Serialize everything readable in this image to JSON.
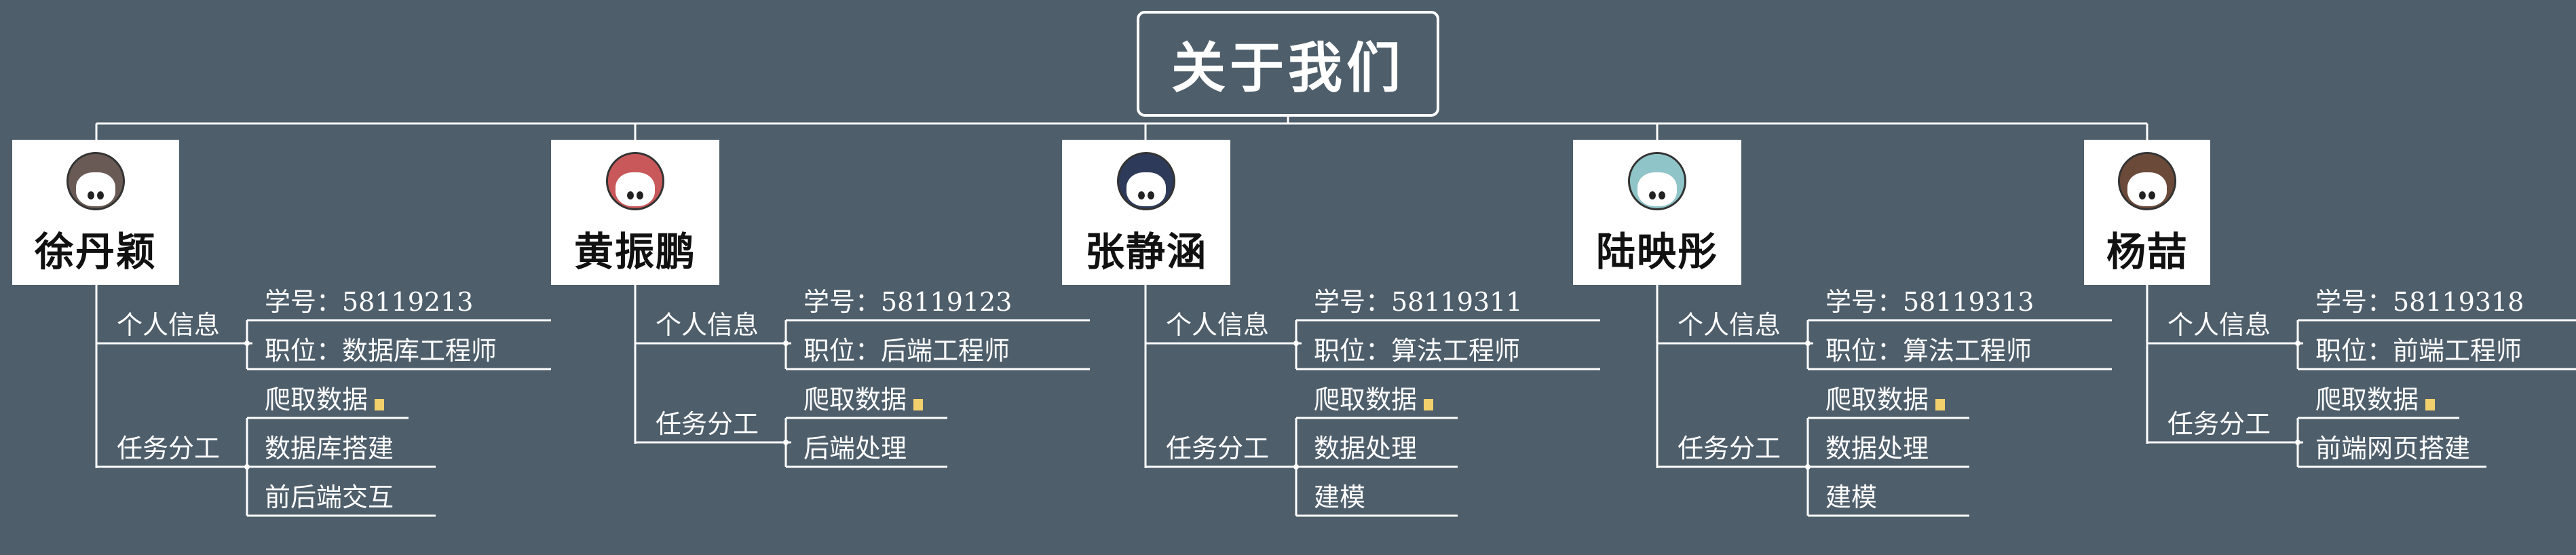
{
  "root": {
    "title": "关于我们"
  },
  "members": [
    {
      "name": "徐丹颖",
      "avatar_color": "#6a5a55",
      "info_label": "个人信息",
      "task_label": "任务分工",
      "info": [
        "学号：58119213",
        "职位：数据库工程师"
      ],
      "tasks": [
        {
          "text": "爬取数据",
          "note": true
        },
        {
          "text": "数据库搭建",
          "note": false
        },
        {
          "text": "前后端交互",
          "note": false
        }
      ]
    },
    {
      "name": "黄振鹏",
      "avatar_color": "#c9585a",
      "info_label": "个人信息",
      "task_label": "任务分工",
      "info": [
        "学号：58119123",
        "职位：后端工程师"
      ],
      "tasks": [
        {
          "text": "爬取数据",
          "note": true
        },
        {
          "text": "后端处理",
          "note": false
        }
      ]
    },
    {
      "name": "张静涵",
      "avatar_color": "#2e3a5a",
      "info_label": "个人信息",
      "task_label": "任务分工",
      "info": [
        "学号：58119311",
        "职位：算法工程师"
      ],
      "tasks": [
        {
          "text": "爬取数据",
          "note": true
        },
        {
          "text": "数据处理",
          "note": false
        },
        {
          "text": "建模",
          "note": false
        }
      ]
    },
    {
      "name": "陆映彤",
      "avatar_color": "#8fc4c8",
      "info_label": "个人信息",
      "task_label": "任务分工",
      "info": [
        "学号：58119313",
        "职位：算法工程师"
      ],
      "tasks": [
        {
          "text": "爬取数据",
          "note": true
        },
        {
          "text": "数据处理",
          "note": false
        },
        {
          "text": "建模",
          "note": false
        }
      ]
    },
    {
      "name": "杨喆",
      "avatar_color": "#6b4a3a",
      "info_label": "个人信息",
      "task_label": "任务分工",
      "info": [
        "学号：58119318",
        "职位：前端工程师"
      ],
      "tasks": [
        {
          "text": "爬取数据",
          "note": true
        },
        {
          "text": "前端网页搭建",
          "note": false
        }
      ]
    }
  ]
}
